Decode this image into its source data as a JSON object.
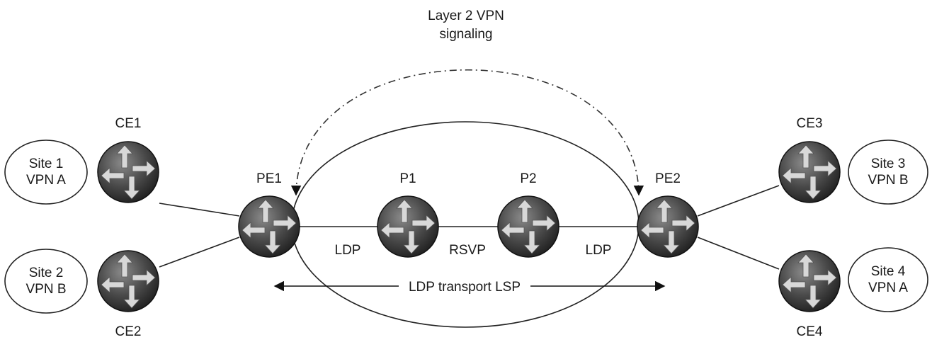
{
  "signaling": {
    "line1": "Layer 2 VPN",
    "line2": "signaling"
  },
  "transport_label": "LDP transport LSP",
  "protocols": {
    "left_ldp": "LDP",
    "rsvp": "RSVP",
    "right_ldp": "LDP"
  },
  "routers": {
    "ce1": "CE1",
    "ce2": "CE2",
    "ce3": "CE3",
    "ce4": "CE4",
    "pe1": "PE1",
    "pe2": "PE2",
    "p1": "P1",
    "p2": "P2"
  },
  "sites": {
    "site1": {
      "line1": "Site 1",
      "line2": "VPN A"
    },
    "site2": {
      "line1": "Site 2",
      "line2": "VPN B"
    },
    "site3": {
      "line1": "Site 3",
      "line2": "VPN B"
    },
    "site4": {
      "line1": "Site 4",
      "line2": "VPN A"
    }
  },
  "icons": {
    "router": "router-icon"
  }
}
